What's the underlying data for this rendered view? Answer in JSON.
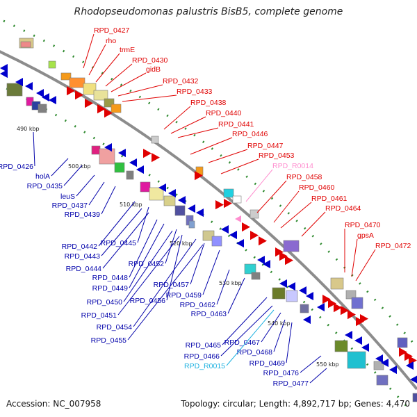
{
  "title": "Rhodopseudomonas palustris BisB5, complete genome",
  "footer": {
    "accession": "Accession: NC_007958",
    "topology": "Topology: circular; Length: 4,892,717 bp; Genes: 4,470"
  },
  "colors": {
    "forward": "#e00000",
    "reverse": "#0000cc",
    "rna": "#ff8ecf",
    "trna": "#1ab0e0",
    "backbone": "#8c8c8c",
    "tick_dots": "#2f8a2f"
  },
  "scale_ticks": [
    "490 kbp",
    "500 kbp",
    "510 kbp",
    "520 kbp",
    "530 kbp",
    "540 kbp",
    "550 kbp"
  ],
  "upper_labels": [
    {
      "text": "RPD_0427",
      "color": "#e00000"
    },
    {
      "text": "rho",
      "color": "#e00000"
    },
    {
      "text": "trmE",
      "color": "#e00000"
    },
    {
      "text": "RPD_0430",
      "color": "#e00000"
    },
    {
      "text": "gidB",
      "color": "#e00000"
    },
    {
      "text": "RPD_0432",
      "color": "#e00000"
    },
    {
      "text": "RPD_0433",
      "color": "#e00000"
    },
    {
      "text": "RPD_0438",
      "color": "#e00000"
    },
    {
      "text": "RPD_0440",
      "color": "#e00000"
    },
    {
      "text": "RPD_0441",
      "color": "#e00000"
    },
    {
      "text": "RPD_0446",
      "color": "#e00000"
    },
    {
      "text": "RPD_0447",
      "color": "#e00000"
    },
    {
      "text": "RPD_0453",
      "color": "#e00000"
    },
    {
      "text": "RPD_R0014",
      "color": "#ff8ecf"
    },
    {
      "text": "RPD_0458",
      "color": "#e00000"
    },
    {
      "text": "RPD_0460",
      "color": "#e00000"
    },
    {
      "text": "RPD_0461",
      "color": "#e00000"
    },
    {
      "text": "RPD_0464",
      "color": "#e00000"
    },
    {
      "text": "RPD_0470",
      "color": "#e00000"
    },
    {
      "text": "gpsA",
      "color": "#e00000"
    },
    {
      "text": "RPD_0472",
      "color": "#e00000"
    }
  ],
  "lower_labels": [
    {
      "text": "RPD_0426",
      "color": "#0000aa"
    },
    {
      "text": "holA",
      "color": "#0000aa"
    },
    {
      "text": "RPD_0435",
      "color": "#0000aa"
    },
    {
      "text": "leuS",
      "color": "#0000aa"
    },
    {
      "text": "RPD_0437",
      "color": "#0000aa"
    },
    {
      "text": "RPD_0439",
      "color": "#0000aa"
    },
    {
      "text": "RPD_0442",
      "color": "#0000aa"
    },
    {
      "text": "RPD_0445",
      "color": "#0000aa"
    },
    {
      "text": "RPD_0443",
      "color": "#0000aa"
    },
    {
      "text": "RPD_0444",
      "color": "#0000aa"
    },
    {
      "text": "RPD_0452",
      "color": "#0000aa"
    },
    {
      "text": "RPD_0448",
      "color": "#0000aa"
    },
    {
      "text": "RPD_0449",
      "color": "#0000aa"
    },
    {
      "text": "RPD_0457",
      "color": "#0000aa"
    },
    {
      "text": "RPD_0450",
      "color": "#0000aa"
    },
    {
      "text": "RPD_0456",
      "color": "#0000aa"
    },
    {
      "text": "RPD_0459",
      "color": "#0000aa"
    },
    {
      "text": "RPD_0451",
      "color": "#0000aa"
    },
    {
      "text": "RPD_0462",
      "color": "#0000aa"
    },
    {
      "text": "RPD_0463",
      "color": "#0000aa"
    },
    {
      "text": "RPD_0454",
      "color": "#0000aa"
    },
    {
      "text": "RPD_0455",
      "color": "#0000aa"
    },
    {
      "text": "RPD_0465",
      "color": "#0000aa"
    },
    {
      "text": "RPD_0467",
      "color": "#0000aa"
    },
    {
      "text": "RPD_0466",
      "color": "#0000aa"
    },
    {
      "text": "RPD_0468",
      "color": "#0000aa"
    },
    {
      "text": "RPD_R0015",
      "color": "#1ab0e0"
    },
    {
      "text": "RPD_0469",
      "color": "#0000aa"
    },
    {
      "text": "RPD_0476",
      "color": "#0000aa"
    },
    {
      "text": "RPD_0477",
      "color": "#0000aa"
    }
  ]
}
